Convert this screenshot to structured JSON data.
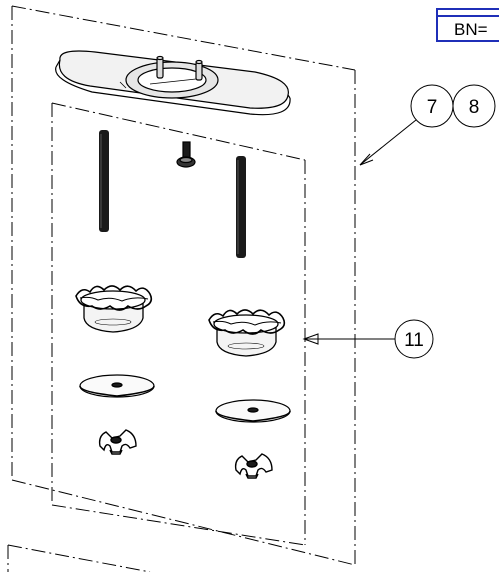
{
  "bn_label": "BN=",
  "balloons": {
    "left_7": "7",
    "right_8": "8",
    "item_11": "11"
  },
  "parts": [
    "base-plate-icon",
    "threaded-rod-icon",
    "screw-icon",
    "threaded-rod-icon",
    "crown-nut-icon",
    "crown-nut-icon",
    "washer-icon",
    "washer-icon",
    "wing-nut-icon",
    "wing-nut-icon"
  ],
  "colors": {
    "line": "#000000",
    "bn_border": "#1f2fb8",
    "rod": "#1a1a1a"
  }
}
